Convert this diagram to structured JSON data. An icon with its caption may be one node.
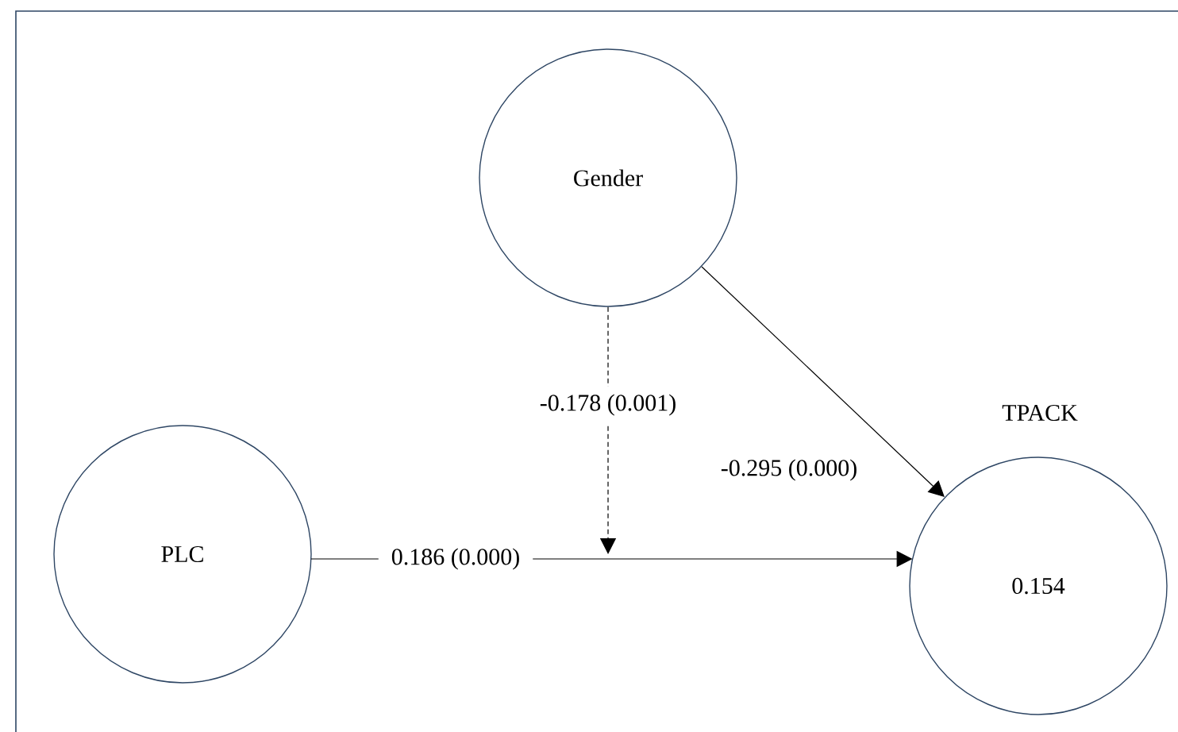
{
  "diagram": {
    "nodes": [
      {
        "text": [
          "Gender"
        ]
      },
      {
        "text": [
          "PLC"
        ]
      },
      {
        "text": [
          "TPACK",
          "0.154"
        ]
      }
    ],
    "edges": [
      {
        "from": 1,
        "to": 2,
        "arrow": "to",
        "label": "0.186 (0.000)"
      },
      {
        "from": 0,
        "to": null,
        "arrow": "to",
        "label": "-0.178 (0.001)",
        "style": "dashed"
      },
      {
        "from": 0,
        "to": 2,
        "arrow": "to",
        "label": "-0.295 (0.000)"
      }
    ]
  }
}
